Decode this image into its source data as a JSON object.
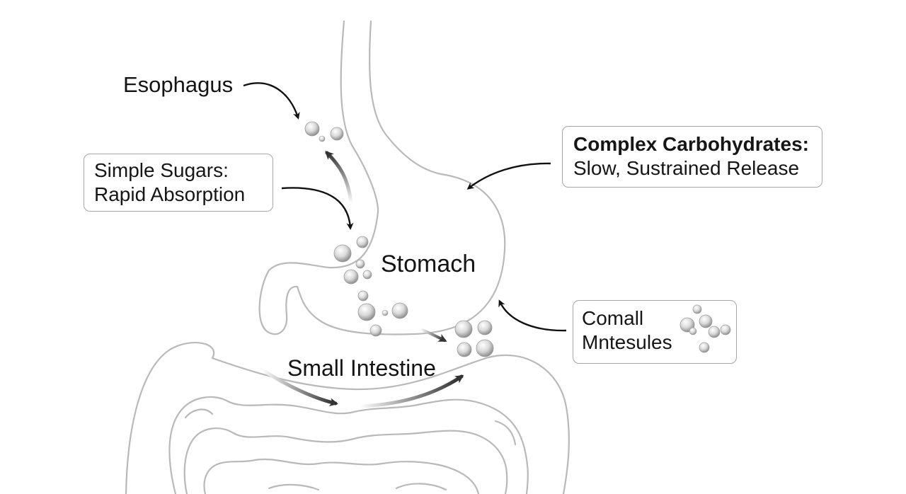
{
  "labels": {
    "esophagus": "Esophagus",
    "stomach": "Stomach",
    "small_intestine": "Small Intestine"
  },
  "callouts": {
    "simple_sugars": {
      "line1": "Simple Sugars:",
      "line2": "Rapid Absorption"
    },
    "complex_carbohydrates": {
      "heading": "Complex Carbohydrates:",
      "line2": "Slow, Sustrained Release"
    },
    "small_molecules": {
      "line1": "Comall",
      "line2": "Mntesules"
    }
  },
  "colors": {
    "outline": "#b9b9b9",
    "arrow": "#111111",
    "box_border": "#a6a6a6",
    "molecule_light": "#f4f4f4",
    "molecule_dark": "#8f8f8f"
  }
}
